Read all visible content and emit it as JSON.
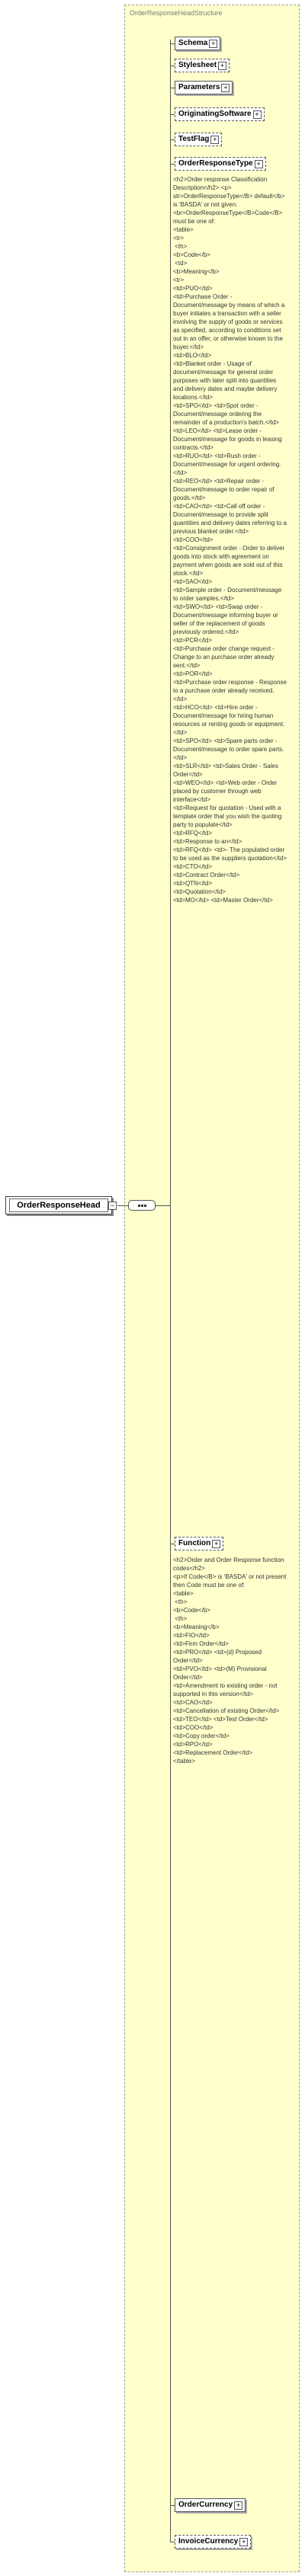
{
  "title": "OrderResponseHeadStructure",
  "root": "OrderResponseHead",
  "elements": [
    "Schema",
    "Stylesheet",
    "Parameters",
    "OriginatingSoftware",
    "TestFlag",
    "OrderResponseType",
    "Function",
    "OrderCurrency",
    "InvoiceCurrency"
  ],
  "annotation_type": "<h2>Order response Classification Description</h2> <p>\nstr>OrderResponseType</B> default</b> is 'BASDA' or not given.\n<br>OrderResponseType</B>Code</B> must be one of:\n<table>\n<tr>\n <th>\n<b>Code</b>\n <td>\n<b>Meaning</b>\n<tr>\n<td>PUO</td>\n<td>Purchase Order - Document/message by means of which a buyer initiates a transaction with a seller involving the supply of goods or services as specified, according to conditions set out in an offer, or otherwise known to the buyer.</td>\n<td>BLO</td>\n<td>Blanket order - Usage of document/message for general order purposes with later split into quantities and delivery dates and maybe delivery locations.</td>\n<td>SPO</td> <td>Spot order - Document/message ordering the remainder of a production's batch.</td>\n<td>LEO</td> <td>Lease order - Document/message for goods in leasing contracts.</td>\n<td>RUO</td> <td>Rush order - Document/message for urgent ordering.</td>\n<td>REO</td> <td>Repair order - Document/message to order repair of goods.</td>\n<td>CAO</td> <td>Call off order - Document/message to provide split quantities and delivery dates referring to a previous blanket order.</td>\n<td>COO</td>\n<td>Consignment order - Order to deliver goods into stock with agreement on payment when goods are sold out of this stock.</td>\n<td>SAO</td>\n<td>Sample order - Document/message to order samples.</td>\n<td>SWO</td> <td>Swap order - Document/message informing buyer or seller of the replacement of goods previously ordered.</td>\n<td>PCR</td>\n<td>Purchase order change request - Change to an purchase order already sent.</td>\n<td>POR</td>\n<td>Purchase order response - Response to a purchase order already received.</td>\n<td>HCO</td> <td>Hire order - Document/message for hiring human resources or renting goods or equipment.</td>\n<td>SPO</td> <td>Spare parts order - Document/message to order spare parts.</td>\n<td>SLR</td> <td>Sales Order - Sales Order</td>\n<td>WEO</td> <td>Web order - Order placed by customer through web interface</td>\n<td>Request for quotation - Used with a template order that you wish the quoting party to populate</td>\n<td>RFQ</td>\n<td>Response to an</td>\n<td>RFQ</td> <td>- The populated order to be used as the suppliers quotation</td>\n<td>CTO</td>\n<td>Contract Order</td>\n<td>QTN</td>\n<td>Quotation</td>\n<td>MO</td> <td>Master Order</td>",
  "annotation_function": "<h2>Order and Order Response function codes</h2>\n<p>If Code</B> is 'BASDA' or not present then Code must be one of:\n<table>\n <th>\n<b>Code</b>\n <th>\n<b>Meaning</b>\n<td>FIO</td>\n<td>Firm Order</td>\n<td>PRO</td> <td>(d) Proposed Order</td>\n<td>PVO</td> <td>(M) Provisional Order</td>\n<td>Amendment to existing order - not supported in this version</td>\n<td>CAO</td>\n<td>Cancellation of existing Order</td>\n<td>TEO</td> <td>Test Order</td>\n<td>COO</td>\n<td>Copy order</td>\n<td>RPO</td>\n<td>Replacement Order</td>\n</table>"
}
